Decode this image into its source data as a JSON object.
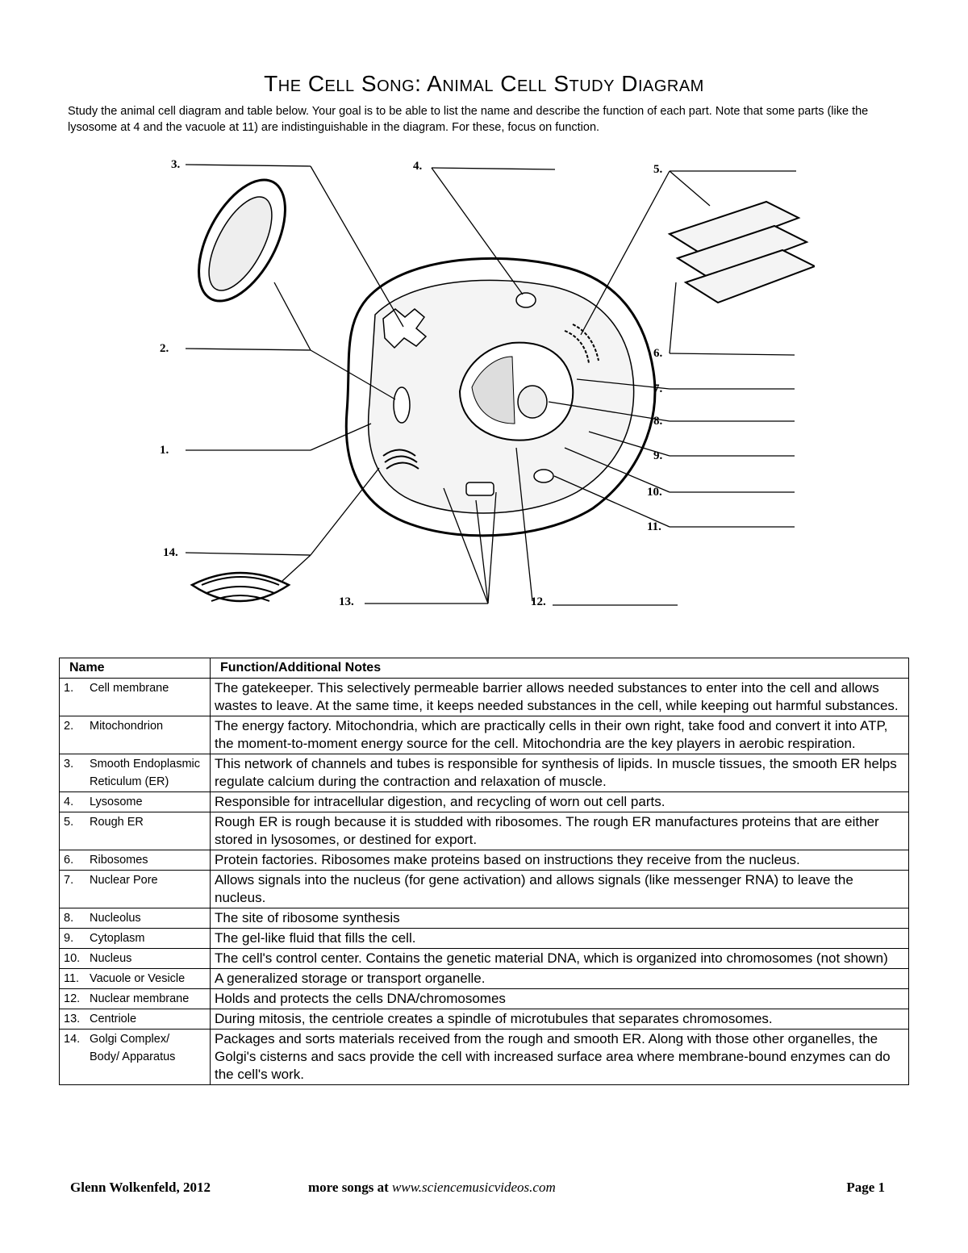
{
  "title": "The Cell Song: Animal Cell Study Diagram",
  "intro": "Study the animal cell diagram and table below. Your goal is to be able to list the name and describe the function of each part. Note that some parts (like the lysosome at 4 and the vacuole at 11) are indistinguishable in the diagram. For these, focus on function.",
  "diagram_labels": [
    "1.",
    "2.",
    "3.",
    "4.",
    "5.",
    "6.",
    "7.",
    "8.",
    "9.",
    "10.",
    "11.",
    "12.",
    "13.",
    "14."
  ],
  "table": {
    "headers": [
      "Name",
      "Function/Additional Notes"
    ],
    "rows": [
      {
        "num": "1.",
        "name": "Cell membrane",
        "notes": "The gatekeeper. This selectively permeable barrier allows needed substances to enter into the cell and allows wastes to leave. At the same time, it keeps needed substances in the cell, while keeping out harmful substances."
      },
      {
        "num": "2.",
        "name": "Mitochondrion",
        "notes": "The energy factory. Mitochondria, which are practically cells in their own right, take food and convert it into ATP, the moment-to-moment energy source for the cell. Mitochondria are the key players in aerobic respiration."
      },
      {
        "num": "3.",
        "name": "Smooth Endoplasmic Reticulum (ER)",
        "notes": "This network of channels and tubes is responsible for synthesis of lipids. In muscle tissues, the smooth ER helps regulate calcium during the contraction and relaxation of muscle."
      },
      {
        "num": "4.",
        "name": "Lysosome",
        "notes": "Responsible for intracellular digestion, and recycling of worn out cell parts."
      },
      {
        "num": "5.",
        "name": "Rough ER",
        "notes": "Rough ER is rough because it is studded with ribosomes. The rough ER manufactures proteins that are either stored in lysosomes, or destined for export."
      },
      {
        "num": "6.",
        "name": "Ribosomes",
        "notes": "Protein factories. Ribosomes make proteins based on instructions they receive from the nucleus."
      },
      {
        "num": "7.",
        "name": "Nuclear Pore",
        "notes": "Allows signals into the nucleus (for gene activation) and allows signals (like messenger RNA) to leave the nucleus."
      },
      {
        "num": "8.",
        "name": "Nucleolus",
        "notes": "The site of ribosome synthesis"
      },
      {
        "num": "9.",
        "name": "Cytoplasm",
        "notes": "The gel-like fluid that fills the cell."
      },
      {
        "num": "10.",
        "name": "Nucleus",
        "notes": "The cell's control center. Contains the genetic material DNA, which is organized into chromosomes (not shown)"
      },
      {
        "num": "11.",
        "name": "Vacuole or Vesicle",
        "notes": "A generalized storage or transport organelle."
      },
      {
        "num": "12.",
        "name": "Nuclear membrane",
        "notes": "Holds and protects the cells DNA/chromosomes"
      },
      {
        "num": "13.",
        "name": "Centriole",
        "notes": "During mitosis, the centriole creates a spindle of microtubules that separates chromosomes."
      },
      {
        "num": "14.",
        "name": "Golgi Complex/ Body/ Apparatus",
        "notes": "Packages and sorts materials received from the rough and smooth ER. Along with those other organelles, the Golgi's cisterns and sacs provide the cell with increased surface area where membrane-bound enzymes can do the cell's work."
      }
    ]
  },
  "footer": {
    "author": "Glenn Wolkenfeld, 2012",
    "more_prefix": "more songs at ",
    "website": "www.sciencemusicvideos.com",
    "page": "Page 1"
  }
}
